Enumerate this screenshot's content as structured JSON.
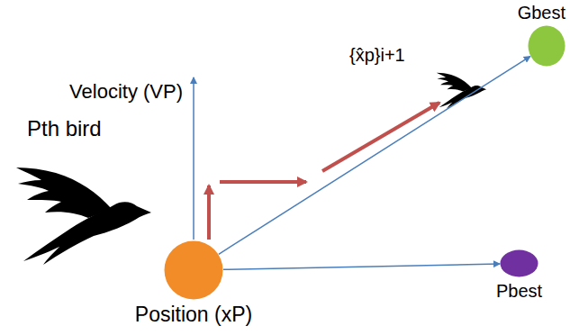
{
  "diagram": {
    "nodes": [
      {
        "text": [
          "Position (xP)"
        ]
      },
      {
        "text": [
          "Gbest"
        ]
      },
      {
        "text": [
          "Pbest"
        ]
      }
    ],
    "edges": [
      {
        "from": 0,
        "to": 1,
        "arrow": "to"
      },
      {
        "from": 0,
        "to": 2,
        "arrow": "to"
      }
    ],
    "labels": [
      "Pth bird",
      "Velocity (VP)",
      "{x̂p}i+1"
    ]
  }
}
